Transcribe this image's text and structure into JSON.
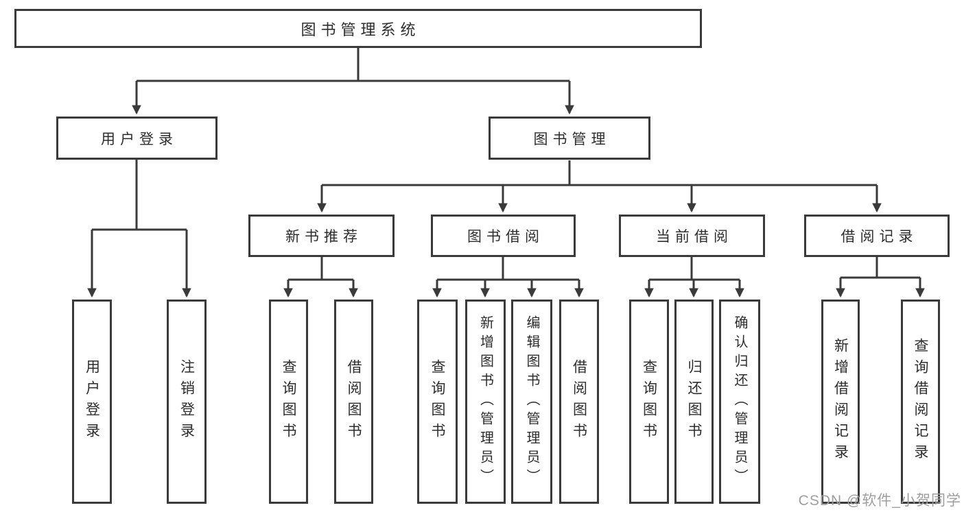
{
  "diagram_type": "hierarchy-tree",
  "tree": {
    "label": "图书管理系统",
    "children": [
      {
        "label": "用户登录",
        "children": [
          {
            "label": "用户登录"
          },
          {
            "label": "注销登录"
          }
        ]
      },
      {
        "label": "图书管理",
        "children": [
          {
            "label": "新书推荐",
            "children": [
              {
                "label": "查询图书"
              },
              {
                "label": "借阅图书"
              }
            ]
          },
          {
            "label": "图书借阅",
            "children": [
              {
                "label": "查询图书"
              },
              {
                "label": "新增图书（管理员）"
              },
              {
                "label": "编辑图书（管理员）"
              },
              {
                "label": "借阅图书"
              }
            ]
          },
          {
            "label": "当前借阅",
            "children": [
              {
                "label": "查询图书"
              },
              {
                "label": "归还图书"
              },
              {
                "label": "确认归还（管理员）"
              }
            ]
          },
          {
            "label": "借阅记录",
            "children": [
              {
                "label": "新增借阅记录"
              },
              {
                "label": "查询借阅记录"
              }
            ]
          }
        ]
      }
    ]
  },
  "watermark": {
    "text": "CSDN @软件_小贺同学"
  },
  "colors": {
    "line": "#3a3a3a",
    "text": "#2d2d2d",
    "background": "#ffffff",
    "watermark": "#9e9e9e"
  }
}
